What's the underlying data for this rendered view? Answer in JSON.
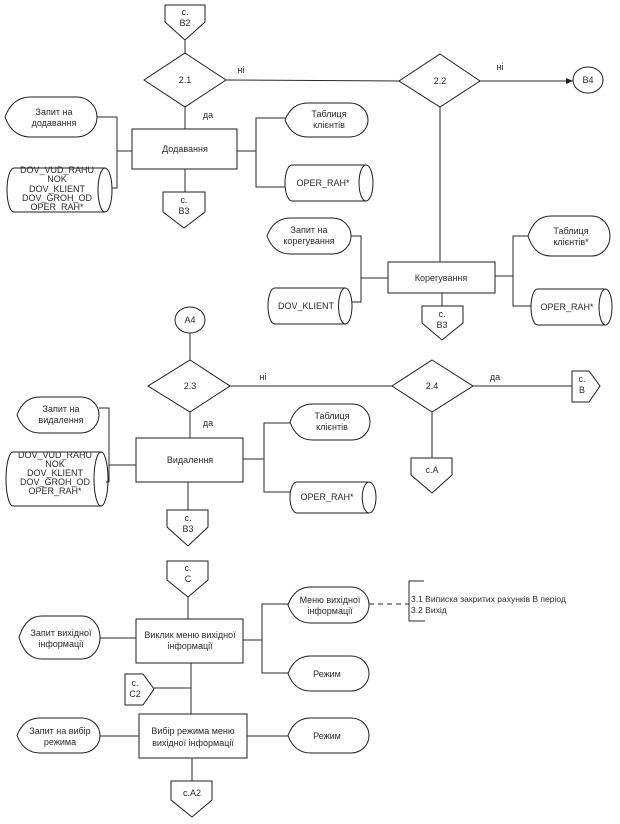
{
  "section_add": {
    "connector_top": {
      "lines": [
        "с.",
        "В2"
      ]
    },
    "decision": {
      "label": "2.1",
      "no_label": "ні",
      "yes_label": "да"
    },
    "process": {
      "label": "Додавання"
    },
    "input_display": {
      "lines": [
        "Запит на",
        "додавання"
      ]
    },
    "input_storage": {
      "lines": [
        "DOV_VUD_RAHU",
        "NOK",
        "DOV_KLIENT",
        "DOV_GROH_OD",
        "OPER_RAH*"
      ]
    },
    "output_display": {
      "lines": [
        "Таблиця",
        "клієнтів"
      ]
    },
    "output_storage": {
      "lines": [
        "OPER_RAH*"
      ]
    },
    "connector_bottom": {
      "lines": [
        "с.",
        "В3"
      ]
    }
  },
  "section_edit": {
    "decision": {
      "label": "2.2",
      "no_label": "ні"
    },
    "exit_connector": {
      "label": "В4"
    },
    "process": {
      "label": "Корегування"
    },
    "input_display": {
      "lines": [
        "Запит на",
        "корегування"
      ]
    },
    "input_storage": {
      "lines": [
        "DOV_KLIENT"
      ]
    },
    "output_display": {
      "lines": [
        "Таблиця",
        "клієнтів*"
      ]
    },
    "output_storage": {
      "lines": [
        "OPER_RAH*"
      ]
    },
    "connector_bottom": {
      "lines": [
        "с.",
        "В3"
      ]
    }
  },
  "section_delete": {
    "connector_top": {
      "label": "А4"
    },
    "decision": {
      "label": "2.3",
      "no_label": "ні",
      "yes_label": "да"
    },
    "process": {
      "label": "Видалення"
    },
    "input_display": {
      "lines": [
        "Запит на",
        "видалення"
      ]
    },
    "input_storage": {
      "lines": [
        "DOV_VUD_RAHU",
        "NOK",
        "DOV_KLIENT",
        "DOV_GROH_OD",
        "OPER_RAH*"
      ]
    },
    "output_display": {
      "lines": [
        "Таблиця",
        "клієнтів"
      ]
    },
    "output_storage": {
      "lines": [
        "OPER_RAH*"
      ]
    },
    "connector_bottom": {
      "lines": [
        "с.",
        "В3"
      ]
    }
  },
  "section_check": {
    "decision": {
      "label": "2.4",
      "yes_label": "да"
    },
    "connector_right": {
      "lines": [
        "с.",
        "В"
      ]
    },
    "connector_bottom": {
      "label": "с.А"
    }
  },
  "section_output": {
    "connector_top": {
      "lines": [
        "с.",
        "С"
      ]
    },
    "process_menu": {
      "lines": [
        "Виклик меню вихідної",
        "інформації"
      ]
    },
    "input_display": {
      "lines": [
        "Запит вихідної",
        "інформації"
      ]
    },
    "menu_display": {
      "lines": [
        "Меню вихідної",
        "інформації"
      ]
    },
    "menu_items": [
      "3.1 Виписка закритих рахунків В період",
      "3.2 Вихід"
    ],
    "mode_display": {
      "label": "Режим"
    },
    "connector_left": {
      "lines": [
        "с.",
        "С2"
      ]
    },
    "process_select": {
      "lines": [
        "Вибір режима меню",
        "вихідної  інформації"
      ]
    },
    "select_input_display": {
      "lines": [
        "Запит на вибір",
        "режима"
      ]
    },
    "select_mode_display": {
      "label": "Режим"
    },
    "connector_bottom": {
      "label": "с.А2"
    }
  }
}
